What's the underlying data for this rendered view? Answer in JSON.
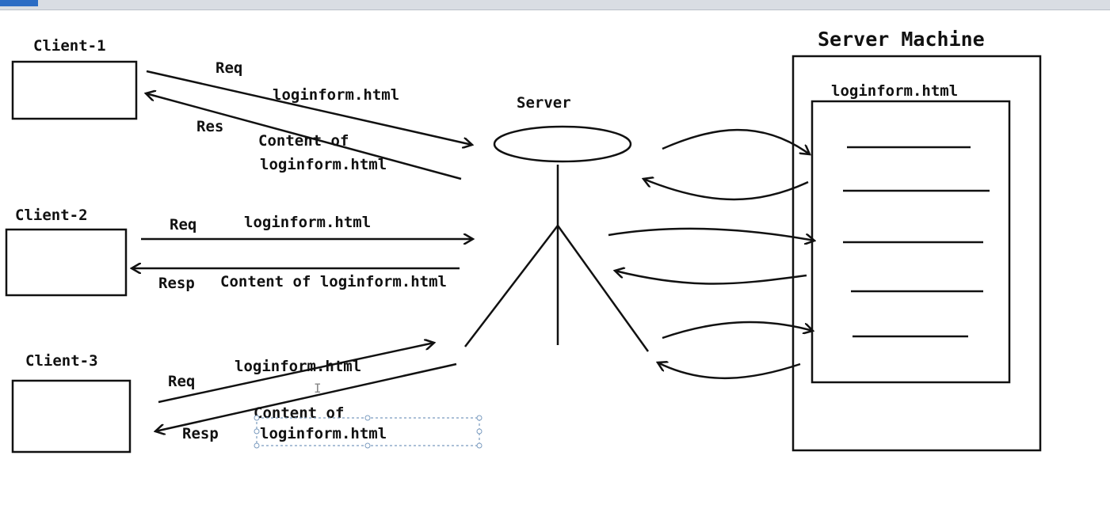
{
  "clients": [
    {
      "title": "Client-1",
      "req_label": "Req",
      "req_file": "loginform.html",
      "res_label": "Res",
      "res_content_line1": "Content of",
      "res_content_line2": "loginform.html"
    },
    {
      "title": "Client-2",
      "req_label": "Req",
      "req_file": "loginform.html",
      "res_label": "Resp",
      "res_content": "Content of loginform.html"
    },
    {
      "title": "Client-3",
      "req_label": "Req",
      "req_file": "loginform.html",
      "res_label": "Resp",
      "res_content_line1": "Content of",
      "res_content_line2": "loginform.html"
    }
  ],
  "server": {
    "label": "Server"
  },
  "server_machine": {
    "title": "Server Machine",
    "file_label": "loginform.html",
    "document_lines": 5
  }
}
